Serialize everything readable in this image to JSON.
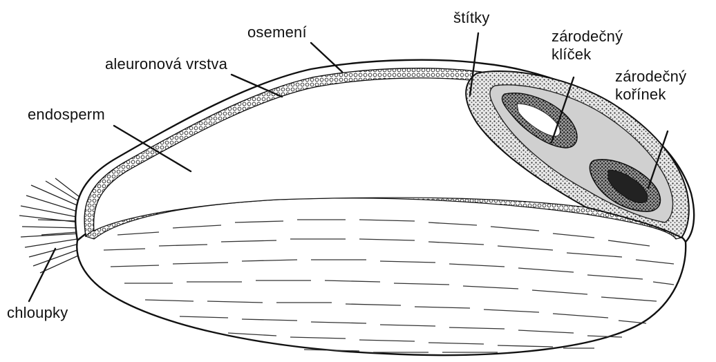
{
  "labels": {
    "osemeni": "osemení",
    "aleuronova_vrstva": "aleuronová vrstva",
    "endosperm": "endosperm",
    "chloupky": "chloupky",
    "stitky": "štítky",
    "zarodecny_klicek": {
      "line1": "zárodečný",
      "line2": "klíček"
    },
    "zarodecny_korinek": {
      "line1": "zárodečný",
      "line2": "kořínek"
    }
  },
  "colors": {
    "ink": "#111111",
    "paper": "#ffffff",
    "embryo_dark": "#3a3a3a",
    "embryo_mid": "#777777"
  }
}
